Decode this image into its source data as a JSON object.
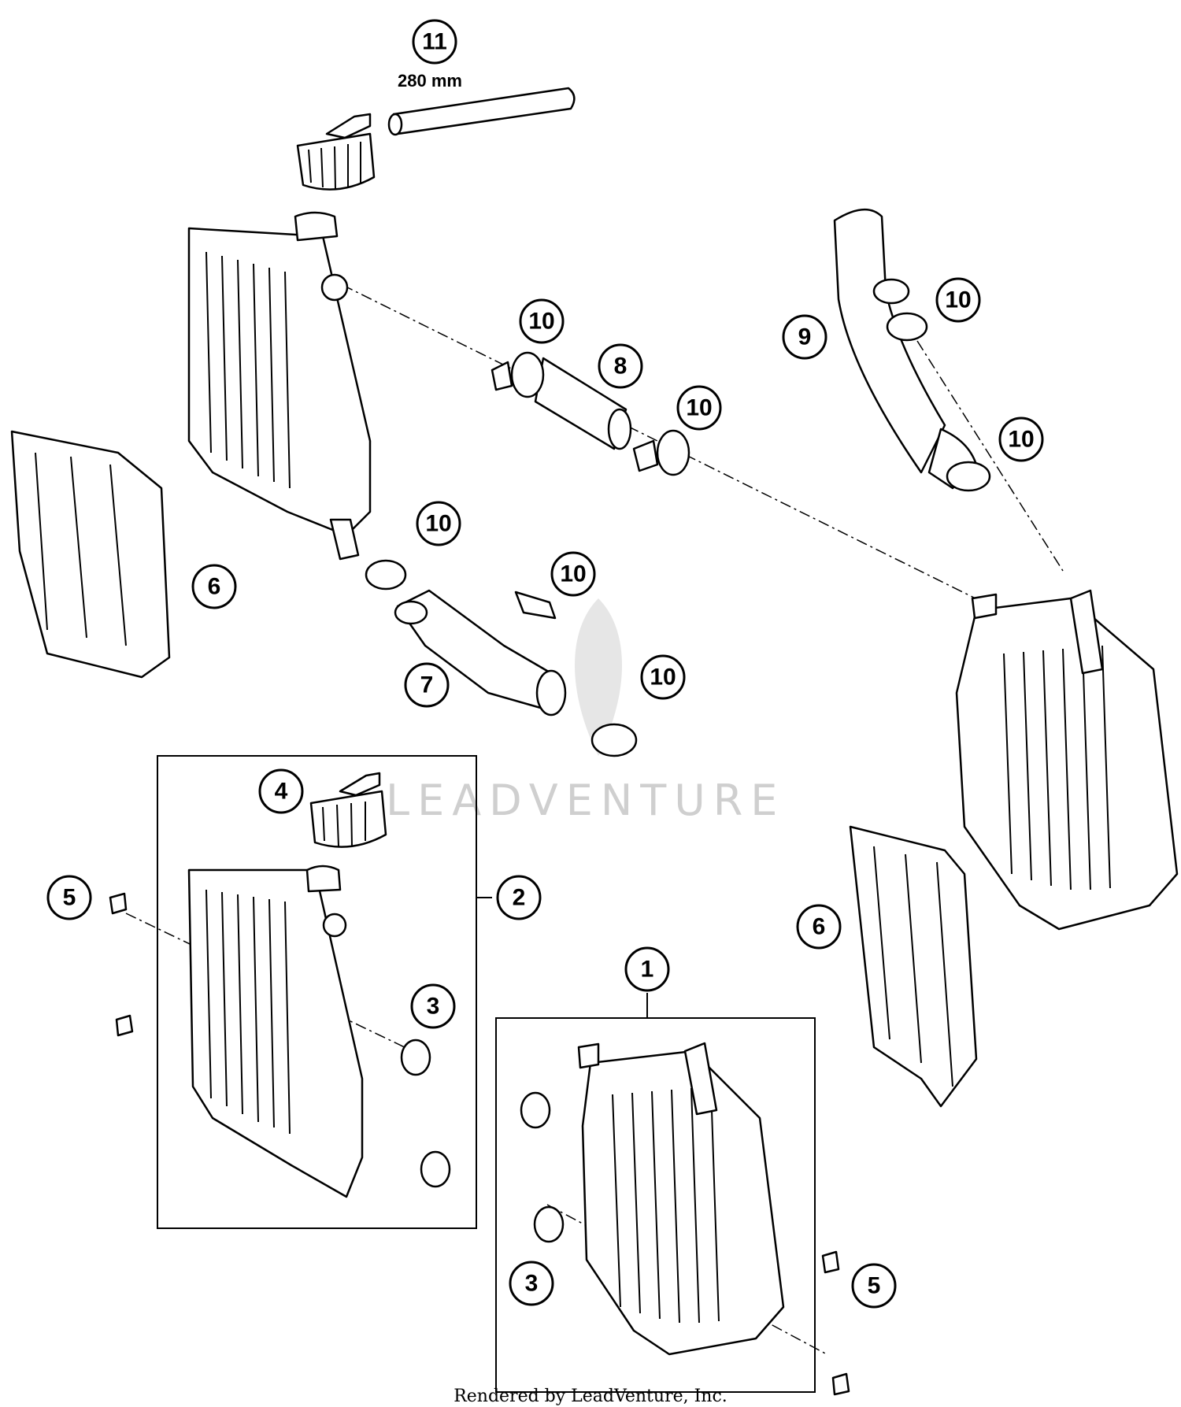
{
  "callouts": [
    {
      "id": "c11a",
      "label": "11"
    },
    {
      "id": "c10a",
      "label": "10"
    },
    {
      "id": "c8",
      "label": "8"
    },
    {
      "id": "c10b",
      "label": "10"
    },
    {
      "id": "c9",
      "label": "9"
    },
    {
      "id": "c10c",
      "label": "10"
    },
    {
      "id": "c10d",
      "label": "10"
    },
    {
      "id": "c10e",
      "label": "10"
    },
    {
      "id": "c6a",
      "label": "6"
    },
    {
      "id": "c10f",
      "label": "10"
    },
    {
      "id": "c7",
      "label": "7"
    },
    {
      "id": "c10g",
      "label": "10"
    },
    {
      "id": "c4",
      "label": "4"
    },
    {
      "id": "c5a",
      "label": "5"
    },
    {
      "id": "c2",
      "label": "2"
    },
    {
      "id": "c3a",
      "label": "3"
    },
    {
      "id": "c6b",
      "label": "6"
    },
    {
      "id": "c1",
      "label": "1"
    },
    {
      "id": "c3b",
      "label": "3"
    },
    {
      "id": "c5b",
      "label": "5"
    }
  ],
  "dimension_label": "280 mm",
  "watermark": "LEADVENTURE",
  "footer_credit": "Rendered by LeadVenture, Inc."
}
